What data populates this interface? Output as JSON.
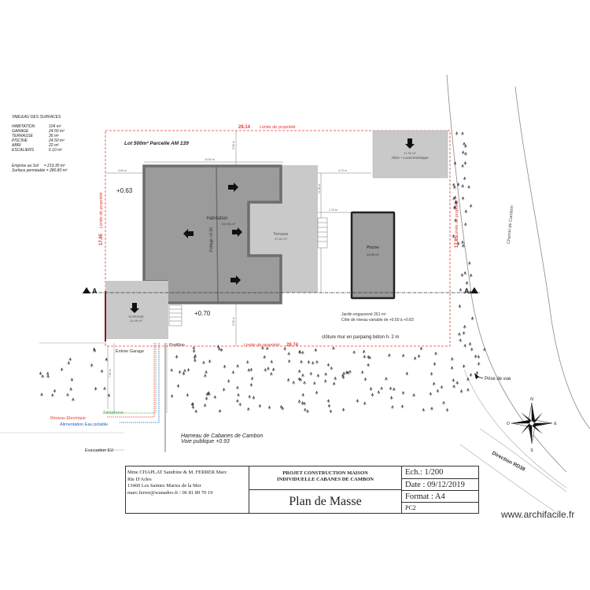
{
  "surfaces": {
    "title": "TABLEAU DES SURFACES",
    "rows": [
      {
        "label": "HABITATION",
        "value": "104 m²"
      },
      {
        "label": "GARAGE",
        "value": "24.50 m²"
      },
      {
        "label": "TERRASSE",
        "value": "35 m²"
      },
      {
        "label": "PISCINE",
        "value": "24.50 m²"
      },
      {
        "label": "ABRI",
        "value": "22 m²"
      },
      {
        "label": "ESCALIERS",
        "value": "6.10 m²"
      }
    ],
    "emprise": "Emprise au Sol     = 219.30 m²",
    "permeable": "Surface perméable = 280.80 m²"
  },
  "lot": {
    "label": "Lot 500m² Parcelle AM 139",
    "limit_label": "Limite de propriété",
    "top_length": "28.14",
    "bottom_length": "28.74",
    "left_length": "17.85",
    "right_length": "17.85"
  },
  "dims": {
    "d1": "3.00 m",
    "d2": "3.00 m",
    "d3": "10.00 m",
    "d4": "4.70 m",
    "d5": "3.00 m",
    "d6": "1.70 m",
    "d7": "11.00 m",
    "d8": "7.00 m"
  },
  "buildings": {
    "habitation": "Habitation",
    "habitation_area": "103.96 m²",
    "faitage": "Faîtage +6.30",
    "terrasse": "Terrasse",
    "terrasse_area": "37.62 m²",
    "piscine": "Piscine",
    "piscine_area": "24.50 m²",
    "abri": "Abris + Local technique",
    "abri_area": "21.90 m²",
    "garage": "GARAGE",
    "garage_area": "24.46 m²"
  },
  "levels": {
    "l1": "+0.63",
    "l2": "+0.70"
  },
  "section": {
    "left": "A",
    "right": "A"
  },
  "jardin": {
    "line1": "Jardin engazonné 261 m²",
    "line2": "Côte de niveau variable de +0.50 à +0.83"
  },
  "cloture": "clôture mur en parpaing béton h. 2 m",
  "labels": {
    "entree_garage": "Entrée Garage",
    "portillon": "Portillon",
    "reseau": "Réseau Electrique",
    "telephone": "Téléphone",
    "eau": "Alimentation Eau potable",
    "evacuation": "Evacuation EU",
    "hameau": "Hameau de Cabanes de Cambon",
    "voie": "Voie publique +0.93",
    "chemin": "Chemin de Cambon",
    "prise": "Prise de vue",
    "direction": "Direction RD38"
  },
  "compass": {
    "n": "N",
    "s": "S",
    "e": "E",
    "o": "O"
  },
  "colors": {
    "limit": "#e53935",
    "building": "#9b9b9b",
    "building_border": "#6e6e6e",
    "terrace": "#c9c9c9",
    "reseau": "#e53935",
    "telephone": "#4caf50",
    "eau": "#1e63c8"
  },
  "titleblock": {
    "owner_line1": "Mme CHAPLAT Sandrine & M. FERRER Marc",
    "owner_line2": "Rte D'Arles",
    "owner_line3": "13460 Les Saintes Maries de la Mer",
    "owner_line4": "marc.ferrer@wanadoo.fr / 06 81 89 70 19",
    "project_line1": "PROJET CONSTRUCTION MAISON",
    "project_line2": "INDIVIDUELLE CABANES DE CAMBON",
    "plan": "Plan de Masse",
    "echelle": "Ech.: 1/200",
    "date": "Date : 09/12/2019",
    "format": "Format : A4",
    "ref": "PC2"
  },
  "watermark": "www.archifacile.fr"
}
